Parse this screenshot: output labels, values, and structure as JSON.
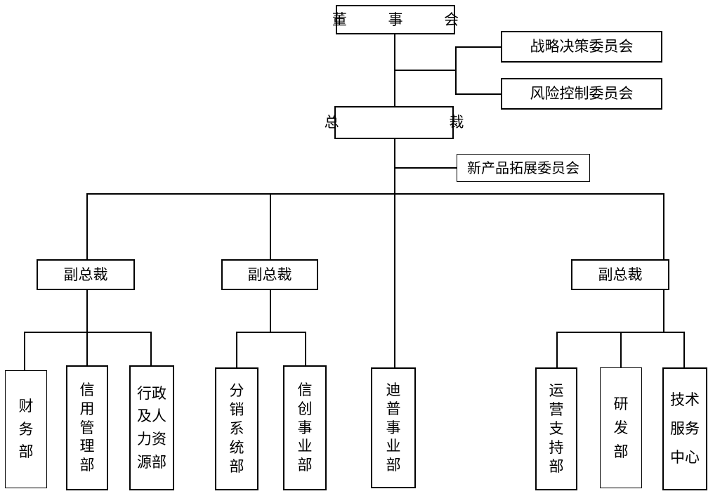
{
  "chart_title": "",
  "nodes": {
    "board": {
      "label": "董 事 会"
    },
    "strategy_committee": {
      "label": "战略决策委员会"
    },
    "risk_committee": {
      "label": "风险控制委员会"
    },
    "president": {
      "label": "总    裁"
    },
    "new_product_committee": {
      "label": "新产品拓展委员会"
    },
    "vp_left": {
      "label": "副总裁"
    },
    "vp_middle": {
      "label": "副总裁"
    },
    "vp_right": {
      "label": "副总裁"
    },
    "finance_dept": {
      "label": "财\n务\n部"
    },
    "credit_mgmt_dept": {
      "label": "信\n用\n管\n理\n部"
    },
    "admin_hr_dept": {
      "label": "行政\n及人\n力资\n源部"
    },
    "distribution_dept": {
      "label": "分\n销\n系\n统\n部"
    },
    "xinchuang_dept": {
      "label": "信\n创\n事\n业\n部"
    },
    "dptech_dept": {
      "label": "迪\n普\n事\n业\n部"
    },
    "operations_dept": {
      "label": "运\n营\n支\n持\n部"
    },
    "rnd_dept": {
      "label": "研\n发\n部"
    },
    "tech_service_center": {
      "label": "技术\n服务\n中心"
    }
  },
  "colors": {
    "line": "#000000",
    "box_fill": "#ffffff",
    "text": "#000000",
    "background": "#ffffff"
  }
}
